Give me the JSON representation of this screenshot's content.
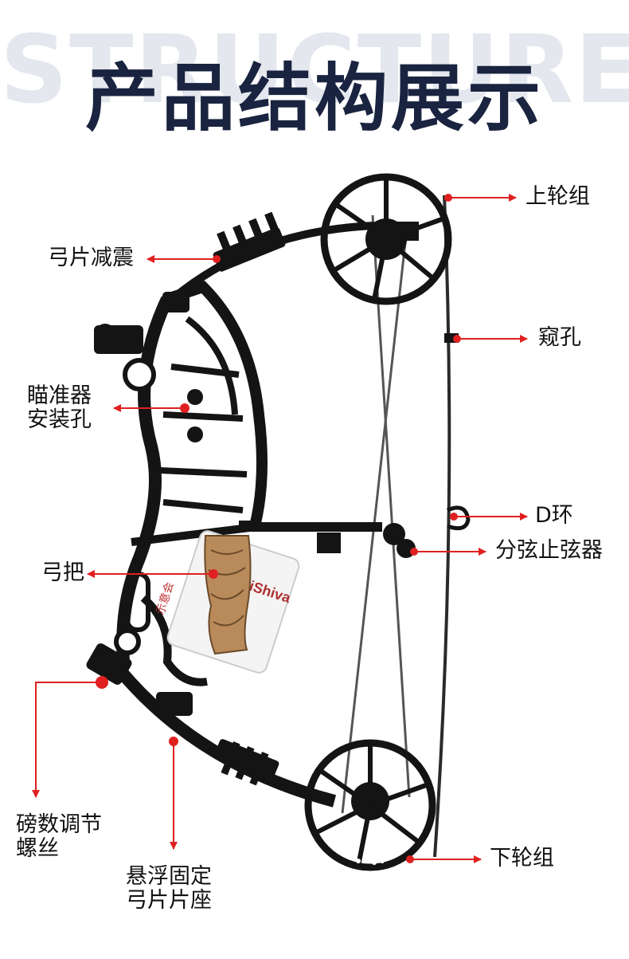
{
  "header": {
    "watermark": "STRUCTURE",
    "title": "产品结构展示"
  },
  "labels": {
    "upper_cam": "上轮组",
    "limb_damper": "弓片减震",
    "peep_sight": "窥孔",
    "sight_mount_line1": "瞄准器",
    "sight_mount_line2": "安装孔",
    "d_loop": "D环",
    "cable_guard": "分弦止弦器",
    "grip": "弓把",
    "poundage_line1": "磅数调节",
    "poundage_line2": "螺丝",
    "limb_pocket_line1": "悬浮固定",
    "limb_pocket_line2": "弓片片座",
    "lower_cam": "下轮组"
  },
  "tag_text": {
    "brand": "iShiva",
    "cn": "示意会"
  },
  "colors": {
    "title": "#1a2440",
    "watermark": "#e4e7ed",
    "arrow": "#e02020",
    "bow": "#141414",
    "grip_wood": "#b98a5a"
  }
}
